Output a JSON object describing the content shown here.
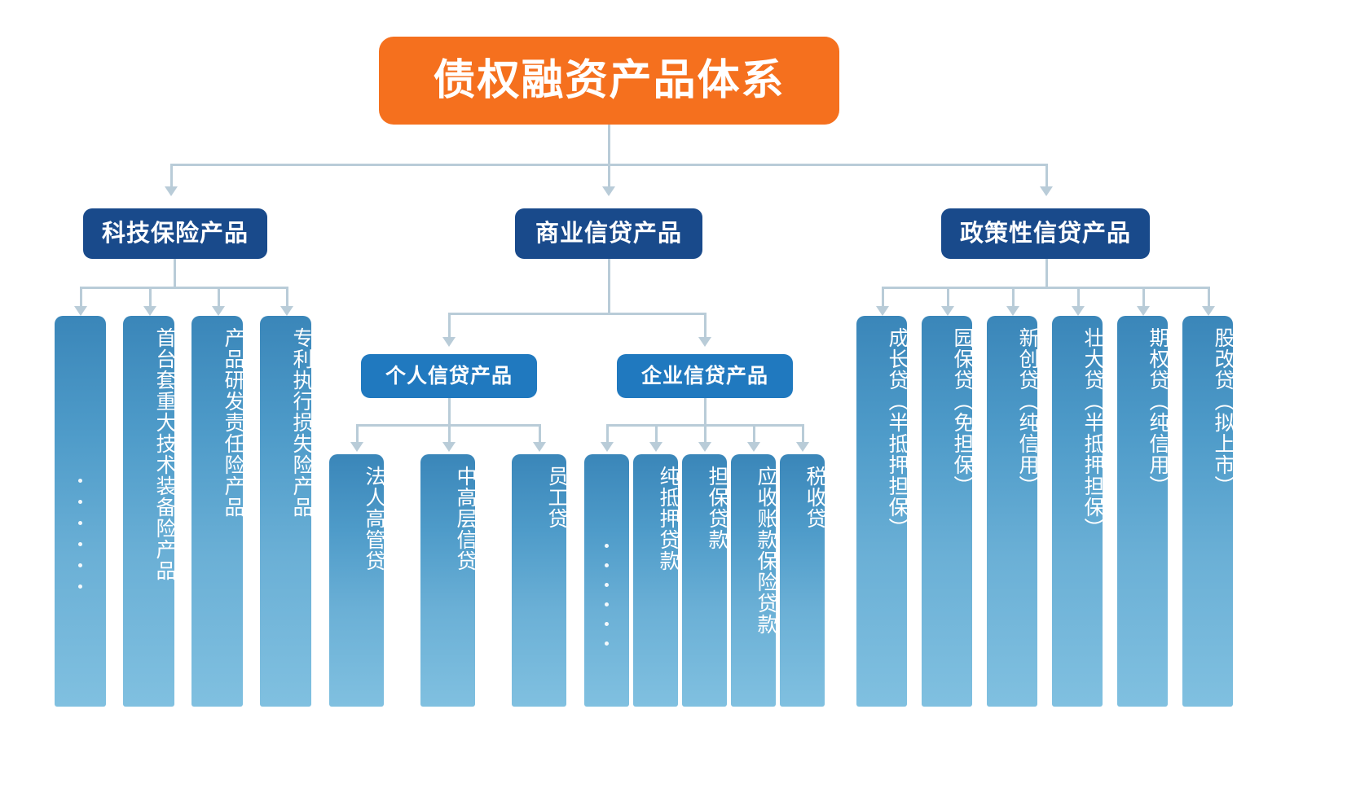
{
  "diagram": {
    "title": "债权融资产品体系",
    "accent_orange": "#f5701e",
    "level2_navy": "#194a8b",
    "level3_blue": "#2079bf",
    "leaf_gradient_top": "#3a86b9",
    "leaf_gradient_bottom": "#80c0e0",
    "connector_color": "#b9ccd8",
    "ellipsis_glyph": "· · · · · ·"
  },
  "branches": {
    "insurance": {
      "label": "科技保险产品",
      "leaves": [
        {
          "label": "",
          "is_ellipsis": true
        },
        {
          "label": "首台套重大技术装备险产品",
          "is_ellipsis": false
        },
        {
          "label": "产品研发责任险产品",
          "is_ellipsis": false
        },
        {
          "label": "专利执行损失险产品",
          "is_ellipsis": false
        }
      ]
    },
    "commercial": {
      "label": "商业信贷产品",
      "sub": {
        "personal": {
          "label": "个人信贷产品",
          "leaves": [
            {
              "label": "法人高管贷",
              "is_ellipsis": false
            },
            {
              "label": "中高层信贷",
              "is_ellipsis": false
            },
            {
              "label": "员工贷",
              "is_ellipsis": false
            }
          ]
        },
        "enterprise": {
          "label": "企业信贷产品",
          "leaves": [
            {
              "label": "",
              "is_ellipsis": true
            },
            {
              "label": "纯抵押贷款",
              "is_ellipsis": false
            },
            {
              "label": "担保贷款",
              "is_ellipsis": false
            },
            {
              "label": "应收账款保险贷款",
              "is_ellipsis": false
            },
            {
              "label": "税收贷",
              "is_ellipsis": false
            }
          ]
        }
      }
    },
    "policy": {
      "label": "政策性信贷产品",
      "leaves": [
        {
          "label": "成长贷（半抵押担保）",
          "is_ellipsis": false
        },
        {
          "label": "园保贷（免担保）",
          "is_ellipsis": false
        },
        {
          "label": "新创贷（纯信用）",
          "is_ellipsis": false
        },
        {
          "label": "壮大贷（半抵押担保）",
          "is_ellipsis": false
        },
        {
          "label": "期权贷（纯信用）",
          "is_ellipsis": false
        },
        {
          "label": "股改贷（拟上市）",
          "is_ellipsis": false
        }
      ]
    }
  }
}
